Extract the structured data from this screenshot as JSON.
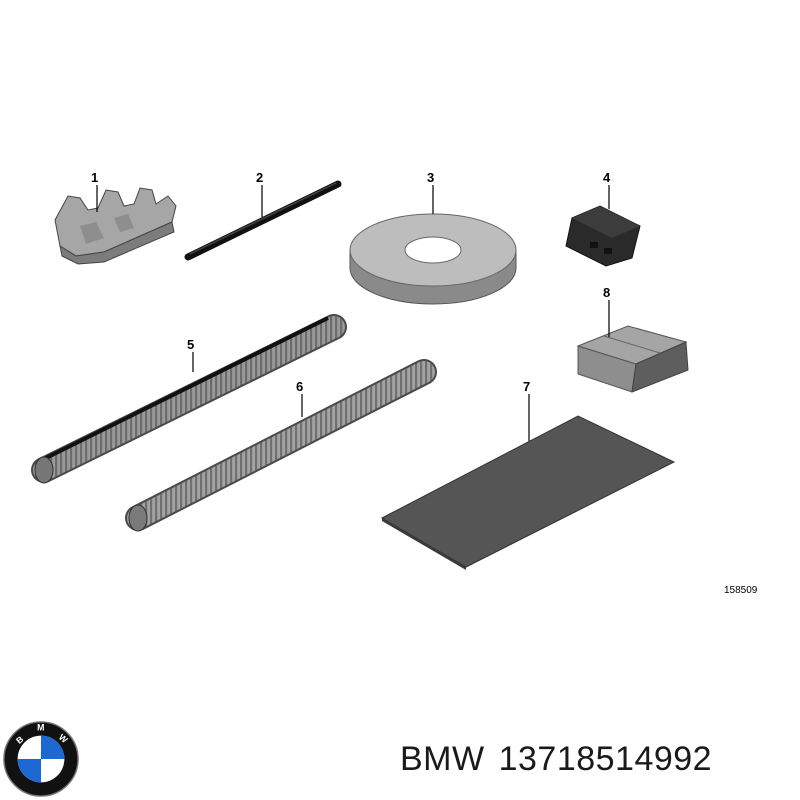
{
  "callouts": [
    "1",
    "2",
    "3",
    "4",
    "5",
    "6",
    "7",
    "8"
  ],
  "diagram_ref": "158509",
  "footer": {
    "brand": "BMW",
    "part_number": "13718514992"
  },
  "logo": {
    "letters": [
      "B",
      "M",
      "W"
    ],
    "colors": {
      "blue": "#1c69d4",
      "white": "#ffffff",
      "ring": "#111111"
    }
  }
}
